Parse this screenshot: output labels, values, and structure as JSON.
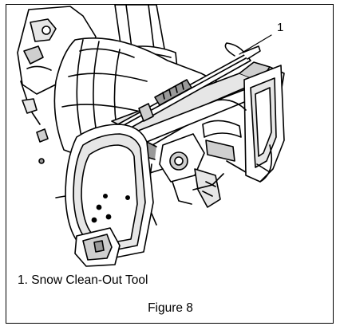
{
  "figure": {
    "callout_number": "1",
    "legend": [
      {
        "number": "1.",
        "label": "Snow Clean-Out Tool"
      }
    ],
    "caption": "Figure 8"
  },
  "colors": {
    "line": "#000000",
    "paper": "#ffffff",
    "shade_light": "#e6e6e6",
    "shade_mid": "#cfcfcf",
    "shade_dark": "#9a9a9a"
  }
}
